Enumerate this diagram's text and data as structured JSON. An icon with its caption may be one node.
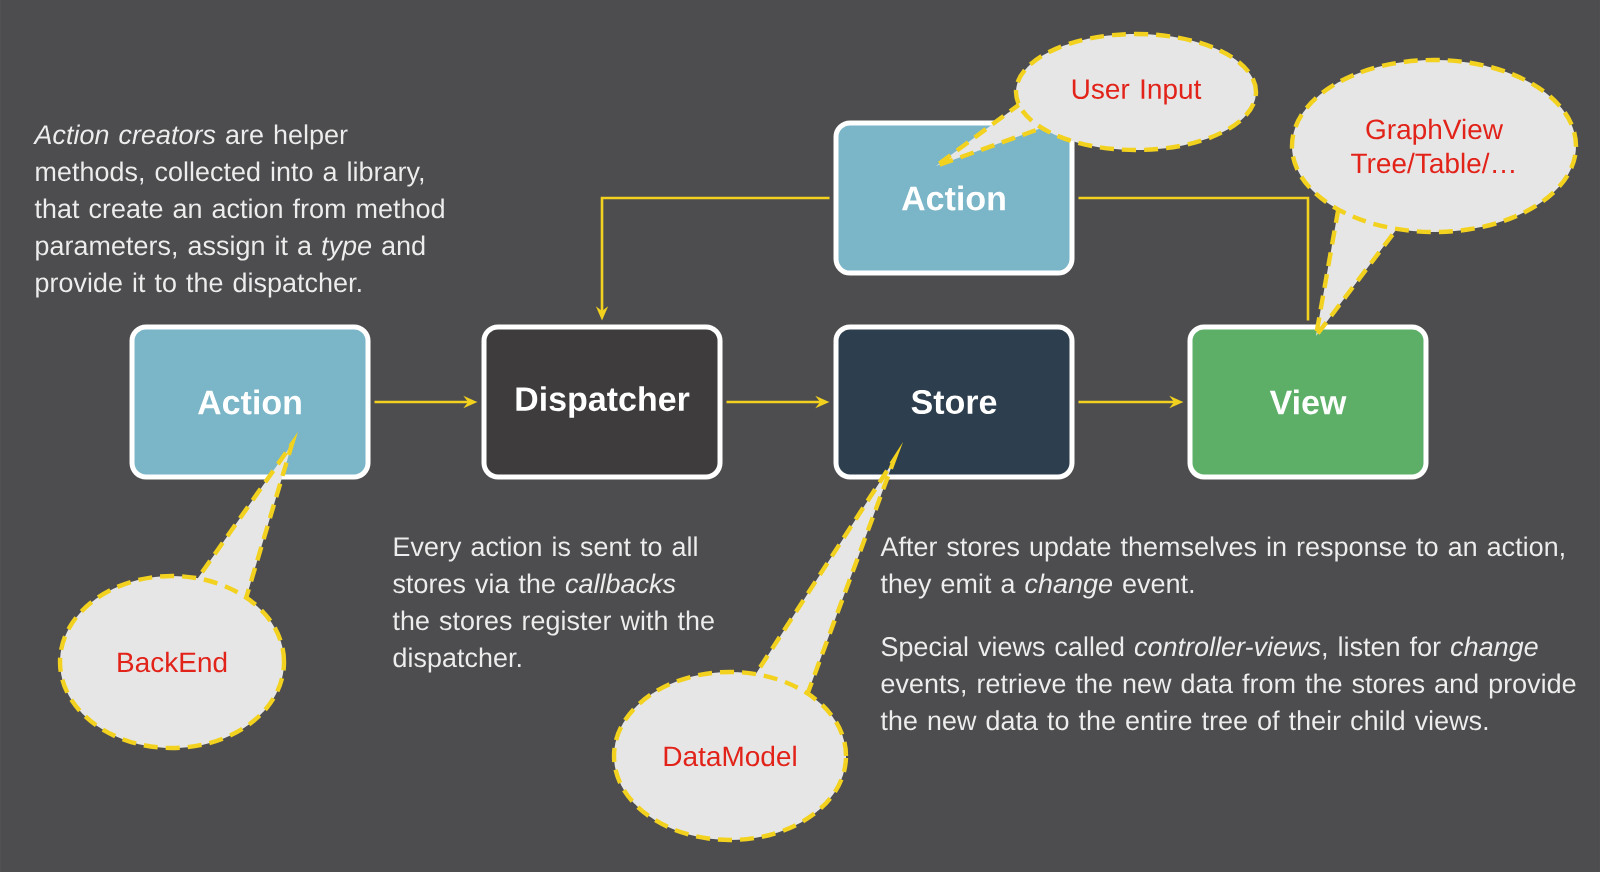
{
  "diagram": {
    "nodes": [
      {
        "text": [
          "Action"
        ]
      },
      {
        "text": [
          "Dispatcher"
        ]
      },
      {
        "text": [
          "Store"
        ]
      },
      {
        "text": [
          "View"
        ]
      },
      {
        "text": [
          "Action"
        ]
      },
      {
        "text": [
          "User Input"
        ]
      },
      {
        "text": [
          "GraphView Tree/Table/…"
        ]
      },
      {
        "text": [
          "BackEnd"
        ]
      },
      {
        "text": [
          "DataModel"
        ]
      }
    ],
    "edges": [
      {
        "from": 0,
        "to": 1,
        "arrow": "to"
      },
      {
        "from": 1,
        "to": 2,
        "arrow": "to"
      },
      {
        "from": 2,
        "to": 3,
        "arrow": "to"
      },
      {
        "from": 3,
        "to": 4,
        "arrow": "none"
      },
      {
        "from": 4,
        "to": 1,
        "arrow": "to"
      }
    ],
    "labels": [
      "*Action creators* are helper methods, collected into a library, that create an action from method parameters, assign it a *type* and provide it to the dispatcher.",
      "Every action is sent to all stores via the *callbacks* the stores register with the dispatcher.",
      "After stores update themselves in response to an action, they emit a *change* event.",
      "Special views called *controller-views*, listen for *change* events, retrieve the new data from the stores and provide the new data to the entire tree of their child views."
    ]
  }
}
